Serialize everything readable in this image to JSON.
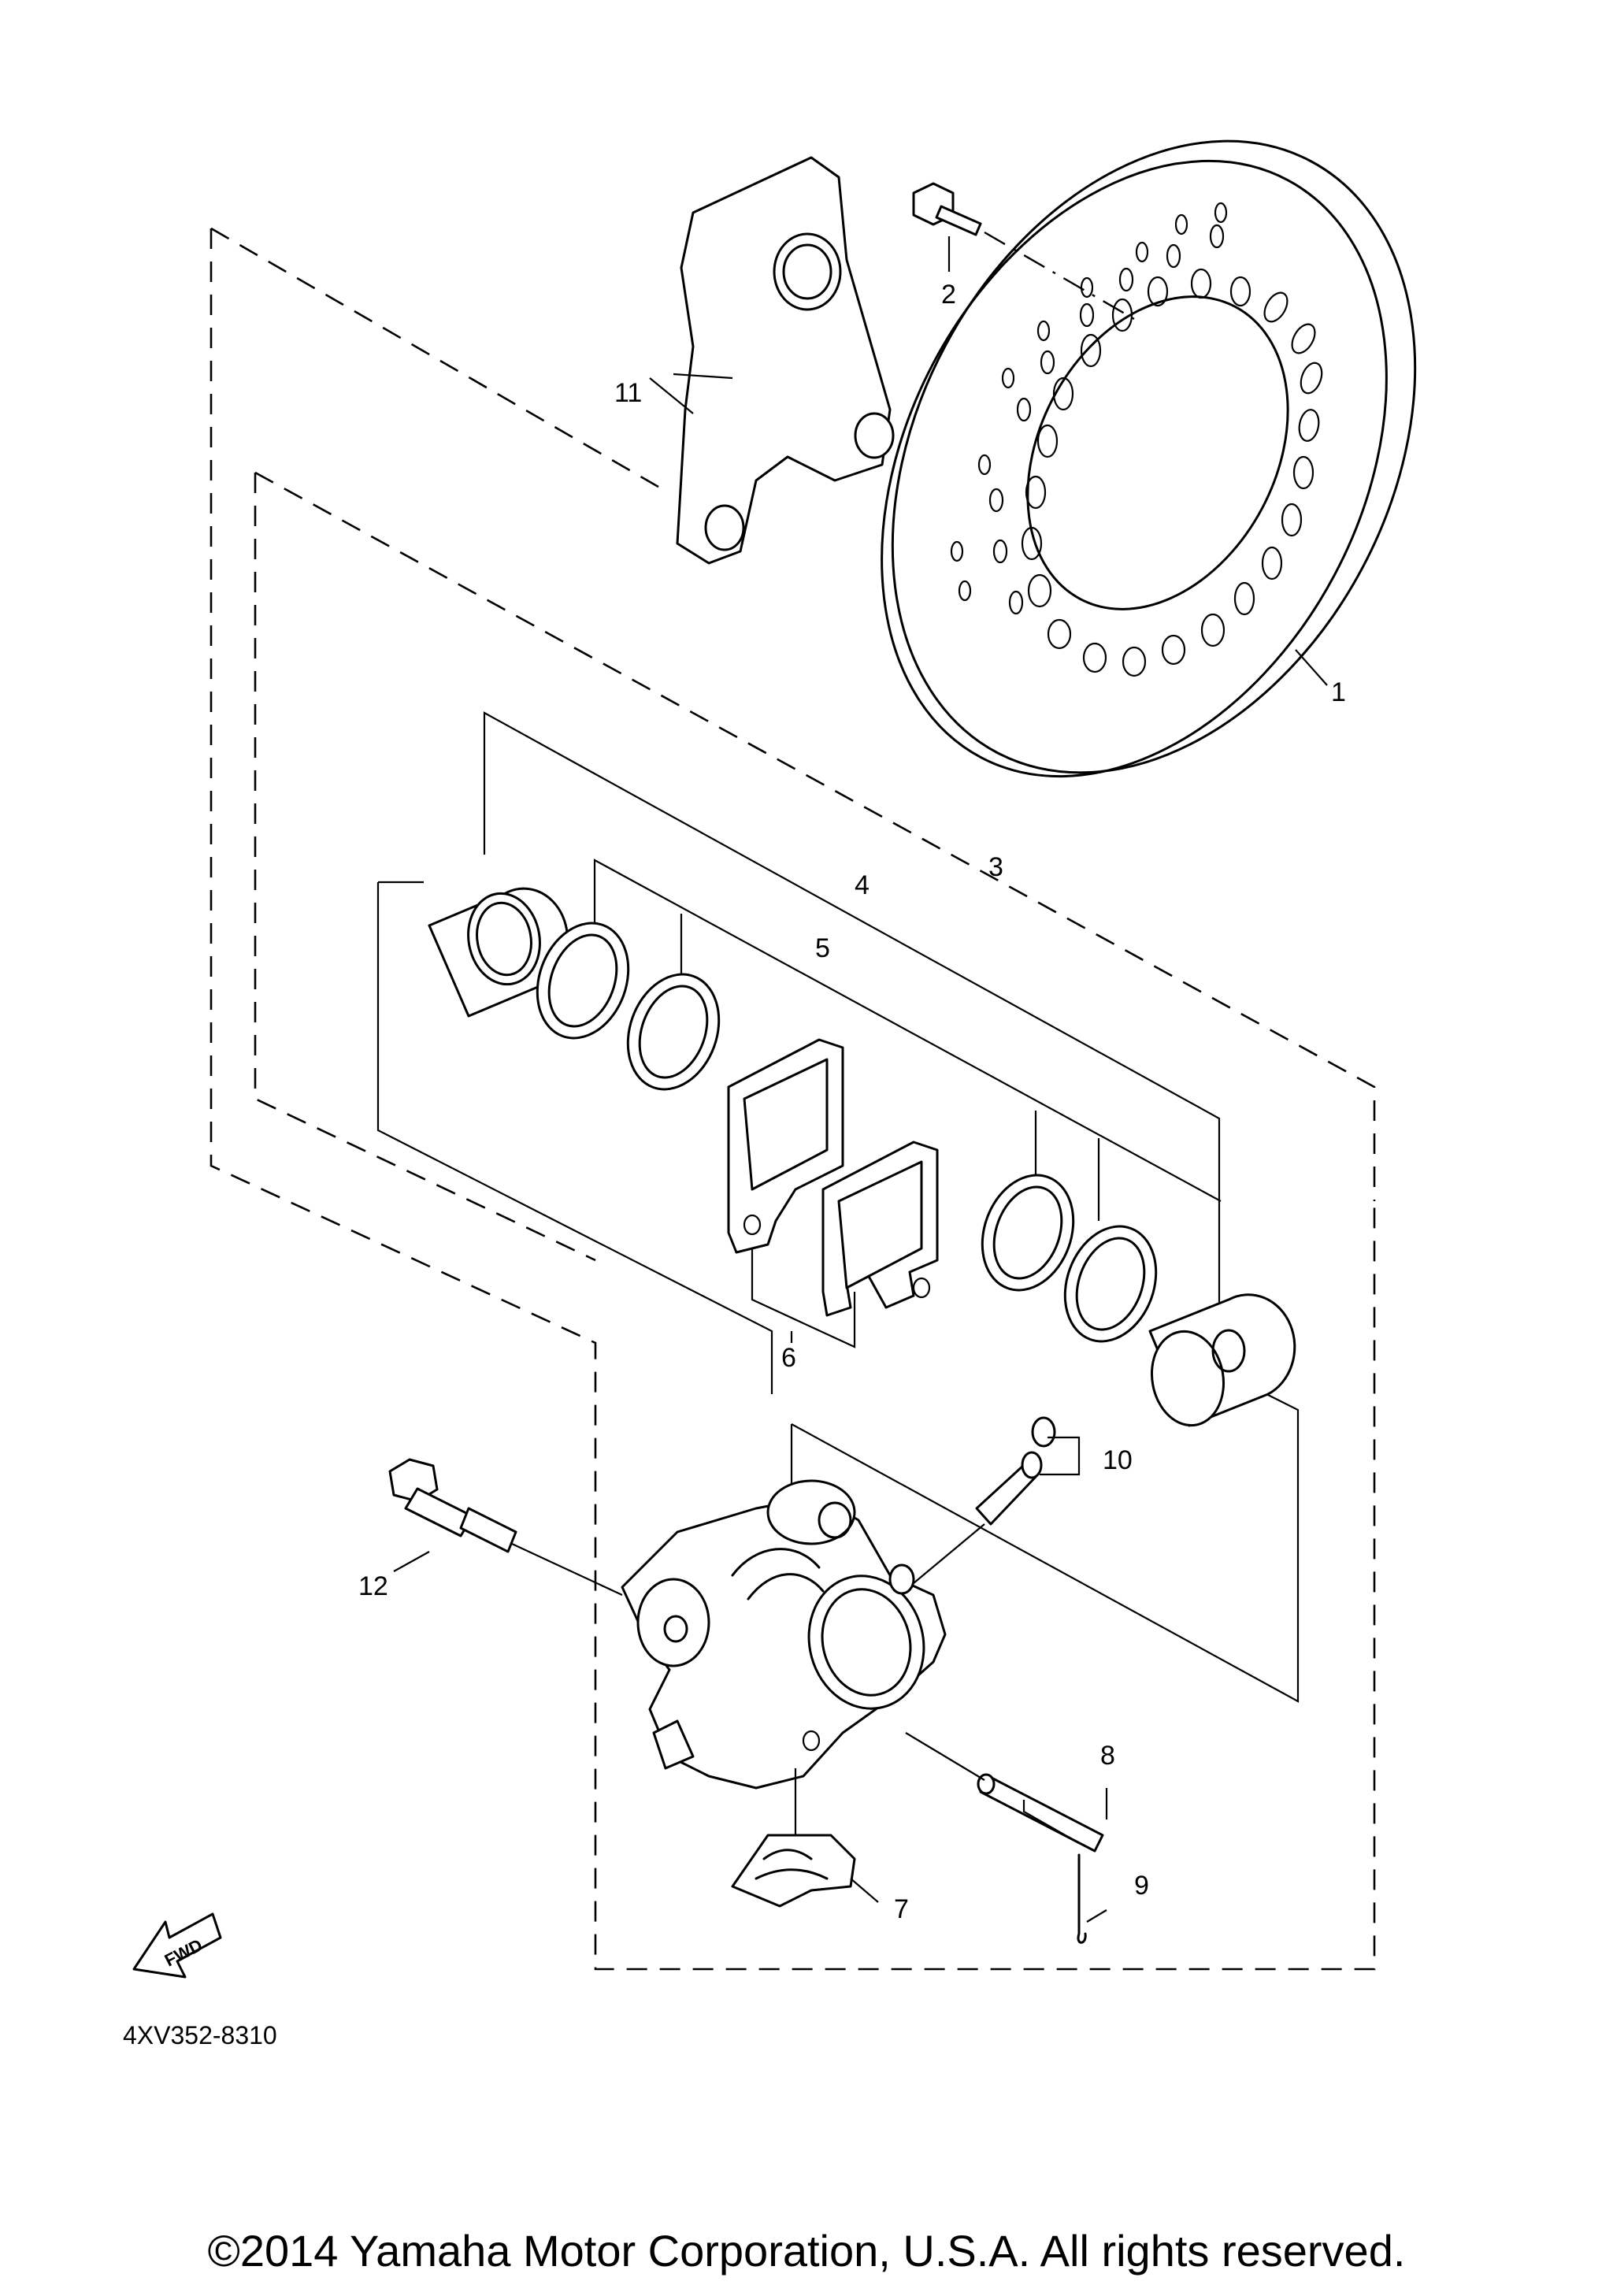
{
  "callouts": [
    {
      "id": "1",
      "label": "1"
    },
    {
      "id": "2",
      "label": "2"
    },
    {
      "id": "3",
      "label": "3"
    },
    {
      "id": "4",
      "label": "4"
    },
    {
      "id": "5",
      "label": "5"
    },
    {
      "id": "6",
      "label": "6"
    },
    {
      "id": "7",
      "label": "7"
    },
    {
      "id": "8",
      "label": "8"
    },
    {
      "id": "9",
      "label": "9"
    },
    {
      "id": "10",
      "label": "10"
    },
    {
      "id": "11",
      "label": "11"
    },
    {
      "id": "12",
      "label": "12"
    }
  ],
  "fwd_arrow": {
    "label": "FWD",
    "icon": "fwd-arrow-icon"
  },
  "diagram_code": "4XV352-8310",
  "copyright": "©2014 Yamaha Motor Corporation, U.S.A. All rights reserved."
}
